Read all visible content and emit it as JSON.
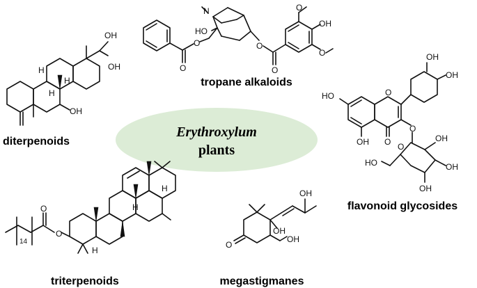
{
  "center": {
    "line1": "Erythroxylum",
    "line2": "plants",
    "fill": "#dcecd6"
  },
  "labels": {
    "tropane": "tropane alkaloids",
    "diterpenoids": "diterpenoids",
    "flavonoid": "flavonoid glycosides",
    "triterpenoids": "triterpenoids",
    "megastigmanes": "megastigmanes"
  },
  "atoms": {
    "tropane_n": "N",
    "tropane_ho": "HO",
    "tropane_o_top": "O",
    "tropane_oh": "OH",
    "tropane_o_mid": "O",
    "tropane_o_ester_l": "O",
    "tropane_o_dbl_l": "O",
    "tropane_o_ester_r": "O",
    "tropane_o_dbl_r": "O",
    "diterp_oh1": "OH",
    "diterp_oh2": "OH",
    "diterp_oh3": "OH",
    "diterp_h1": "H",
    "diterp_h2": "H",
    "diterp_h3": "H",
    "flav_ho_l": "HO",
    "flav_oh_a": "OH",
    "flav_oh_b": "OH",
    "flav_o_ring": "O",
    "flav_o_keto": "O",
    "flav_o_glyc": "O",
    "flav_oh_5": "OH",
    "flav_o_sugar": "O",
    "flav_ho_sugar": "HO",
    "flav_oh_s1": "OH",
    "flav_oh_s2": "OH",
    "flav_oh_s3": "OH",
    "tri_o_dbl": "O",
    "tri_o_ester": "O",
    "tri_n14": "14",
    "tri_h1": "H",
    "tri_h2": "H",
    "tri_h3": "H",
    "mega_oh_top": "OH",
    "mega_oh_ring": "OH",
    "mega_oh_side": "OH",
    "mega_o": "O"
  }
}
